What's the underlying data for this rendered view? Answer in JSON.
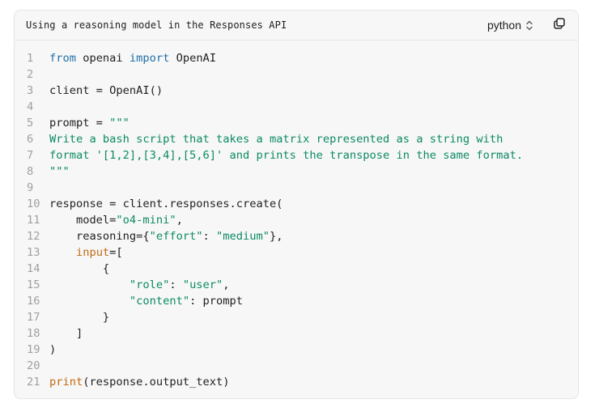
{
  "header": {
    "title": "Using a reasoning model in the Responses API",
    "language": "python"
  },
  "icons": {
    "language_chevron": "chevron-up-down-icon",
    "copy": "copy-icon"
  },
  "colors": {
    "keyword": "#1f6fa8",
    "string": "#0b8a63",
    "builtin": "#c06a12",
    "line_number": "#a0a0a0",
    "text": "#1f1f1f",
    "background": "#f7f7f7"
  },
  "code_lines": [
    {
      "n": "1",
      "tokens": [
        [
          "kw",
          "from"
        ],
        [
          "t",
          " openai "
        ],
        [
          "kw",
          "import"
        ],
        [
          "t",
          " OpenAI"
        ]
      ]
    },
    {
      "n": "2",
      "tokens": []
    },
    {
      "n": "3",
      "tokens": [
        [
          "t",
          "client = OpenAI()"
        ]
      ]
    },
    {
      "n": "4",
      "tokens": []
    },
    {
      "n": "5",
      "tokens": [
        [
          "t",
          "prompt = "
        ],
        [
          "str",
          "\"\"\""
        ]
      ]
    },
    {
      "n": "6",
      "tokens": [
        [
          "str",
          "Write a bash script that takes a matrix represented as a string with"
        ]
      ]
    },
    {
      "n": "7",
      "tokens": [
        [
          "str",
          "format '[1,2],[3,4],[5,6]' and prints the transpose in the same format."
        ]
      ]
    },
    {
      "n": "8",
      "tokens": [
        [
          "str",
          "\"\"\""
        ]
      ]
    },
    {
      "n": "9",
      "tokens": []
    },
    {
      "n": "10",
      "tokens": [
        [
          "t",
          "response = client.responses.create("
        ]
      ]
    },
    {
      "n": "11",
      "tokens": [
        [
          "t",
          "    model="
        ],
        [
          "str",
          "\"o4-mini\""
        ],
        [
          "t",
          ","
        ]
      ]
    },
    {
      "n": "12",
      "tokens": [
        [
          "t",
          "    reasoning={"
        ],
        [
          "str",
          "\"effort\""
        ],
        [
          "t",
          ": "
        ],
        [
          "str",
          "\"medium\""
        ],
        [
          "t",
          "},"
        ]
      ]
    },
    {
      "n": "13",
      "tokens": [
        [
          "t",
          "    "
        ],
        [
          "fn",
          "input"
        ],
        [
          "t",
          "=["
        ]
      ]
    },
    {
      "n": "14",
      "tokens": [
        [
          "t",
          "        {"
        ]
      ]
    },
    {
      "n": "15",
      "tokens": [
        [
          "t",
          "            "
        ],
        [
          "str",
          "\"role\""
        ],
        [
          "t",
          ": "
        ],
        [
          "str",
          "\"user\""
        ],
        [
          "t",
          ","
        ]
      ]
    },
    {
      "n": "16",
      "tokens": [
        [
          "t",
          "            "
        ],
        [
          "str",
          "\"content\""
        ],
        [
          "t",
          ": prompt"
        ]
      ]
    },
    {
      "n": "17",
      "tokens": [
        [
          "t",
          "        }"
        ]
      ]
    },
    {
      "n": "18",
      "tokens": [
        [
          "t",
          "    ]"
        ]
      ]
    },
    {
      "n": "19",
      "tokens": [
        [
          "t",
          ")"
        ]
      ]
    },
    {
      "n": "20",
      "tokens": []
    },
    {
      "n": "21",
      "tokens": [
        [
          "fn",
          "print"
        ],
        [
          "t",
          "(response.output_text)"
        ]
      ]
    }
  ]
}
